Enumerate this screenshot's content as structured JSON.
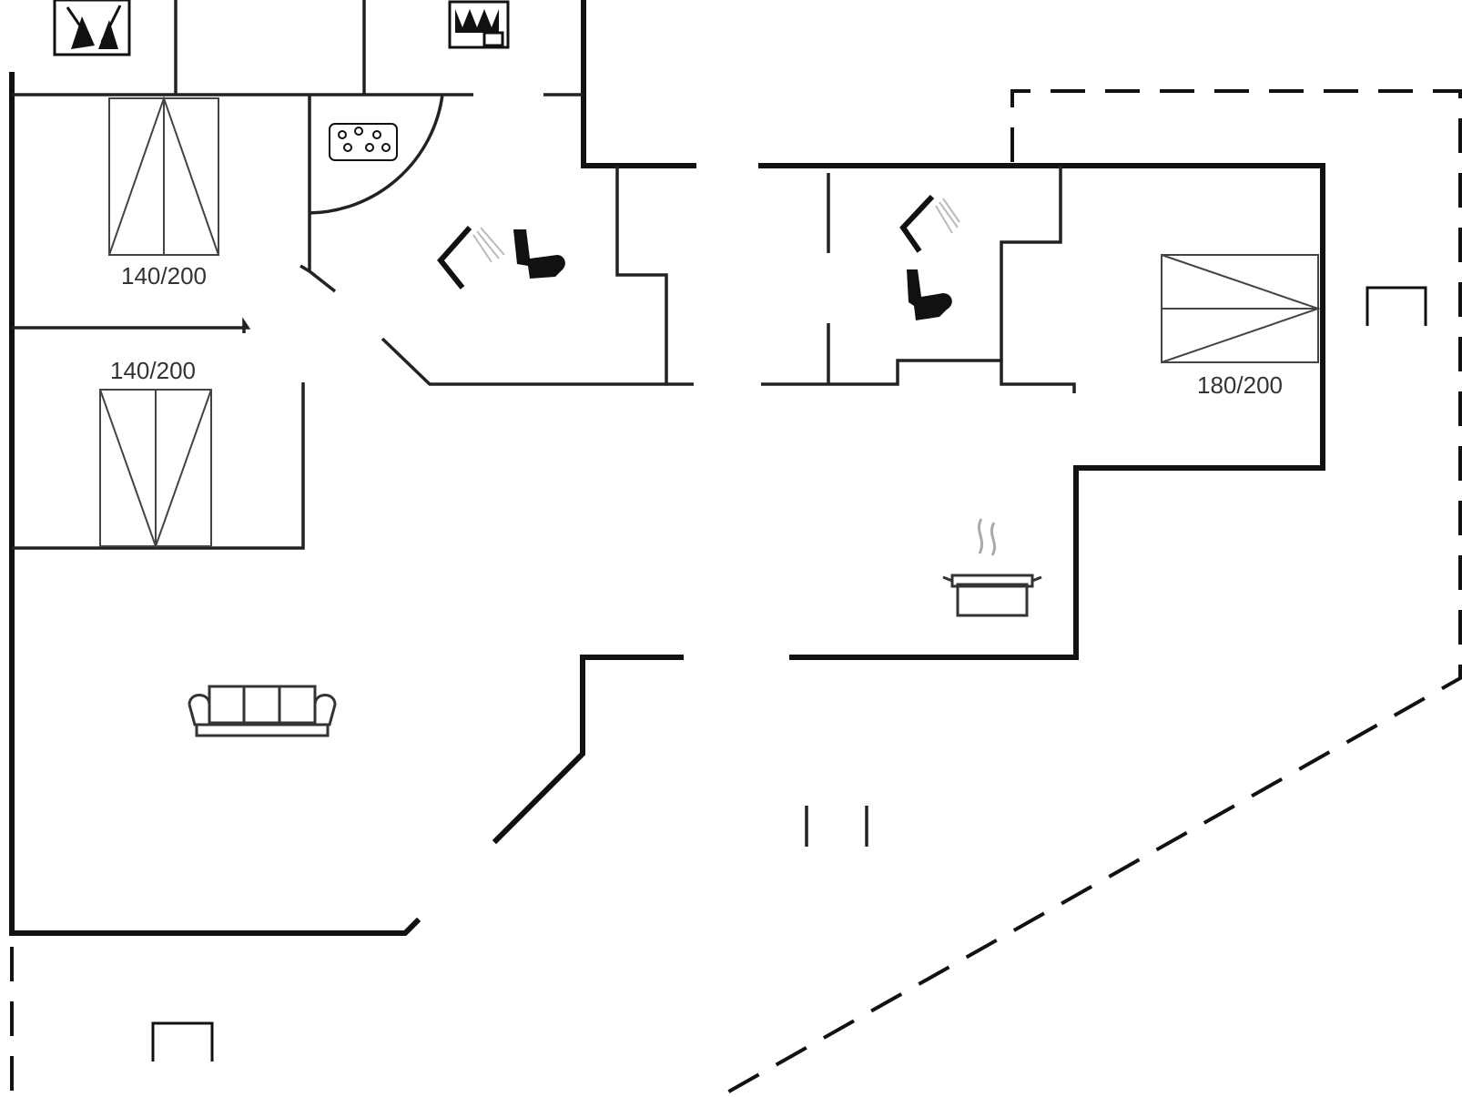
{
  "floorplan": {
    "bed_labels": [
      "140/200",
      "140/200",
      "180/200"
    ],
    "colors": {
      "wall": "#111111",
      "background": "#ffffff"
    },
    "icons": [
      "shower-icon",
      "toilet-icon",
      "sofa-icon",
      "cooking-pot-icon",
      "stove-icon",
      "fireplace-icon",
      "bed-icon"
    ]
  }
}
